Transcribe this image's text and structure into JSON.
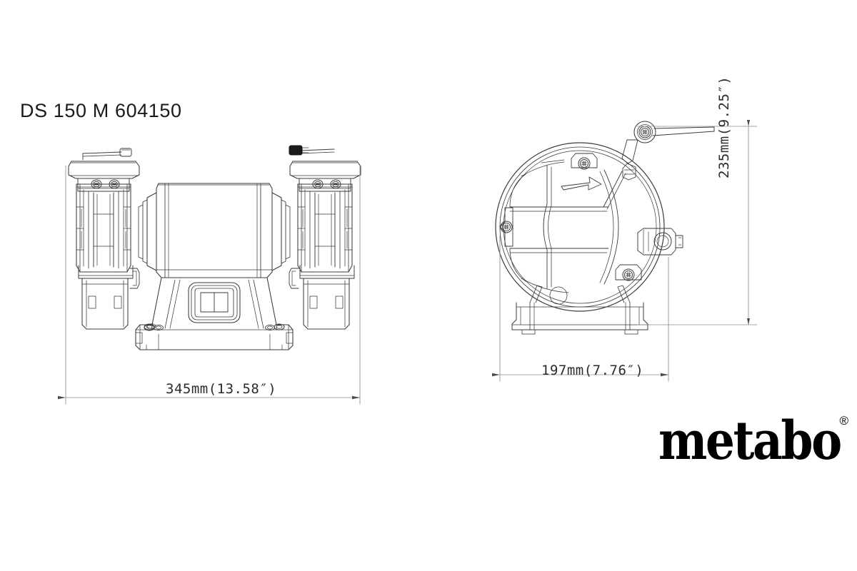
{
  "document": {
    "title": "DS 150 M 604150",
    "background_color": "#ffffff",
    "line_color": "#3a3a3a"
  },
  "dimensions": {
    "width": {
      "label": "345mm(13.58″)",
      "value_mm": 345,
      "value_in": 13.58,
      "applies_to": "front-view"
    },
    "depth": {
      "label": "197mm(7.76″)",
      "value_mm": 197,
      "value_in": 7.76,
      "applies_to": "side-view"
    },
    "height": {
      "label": "235mm(9.25″)",
      "value_mm": 235,
      "value_in": 9.25,
      "applies_to": "side-view"
    }
  },
  "brand": {
    "name": "metabo",
    "trademark": "®"
  },
  "views": {
    "front": {
      "name": "front-view",
      "parts": [
        "left-wheel-guard",
        "right-wheel-guard",
        "left-eye-shield",
        "right-eye-shield",
        "left-grinding-wheel",
        "right-grinding-wheel",
        "motor-housing",
        "machine-base",
        "power-switch",
        "mounting-holes"
      ]
    },
    "side": {
      "name": "side-view",
      "parts": [
        "wheel-guard-disc",
        "guard-screws",
        "rotation-arrow",
        "spark-deflector-arm",
        "eye-shield-plate",
        "tool-rest",
        "base-feet"
      ]
    }
  }
}
